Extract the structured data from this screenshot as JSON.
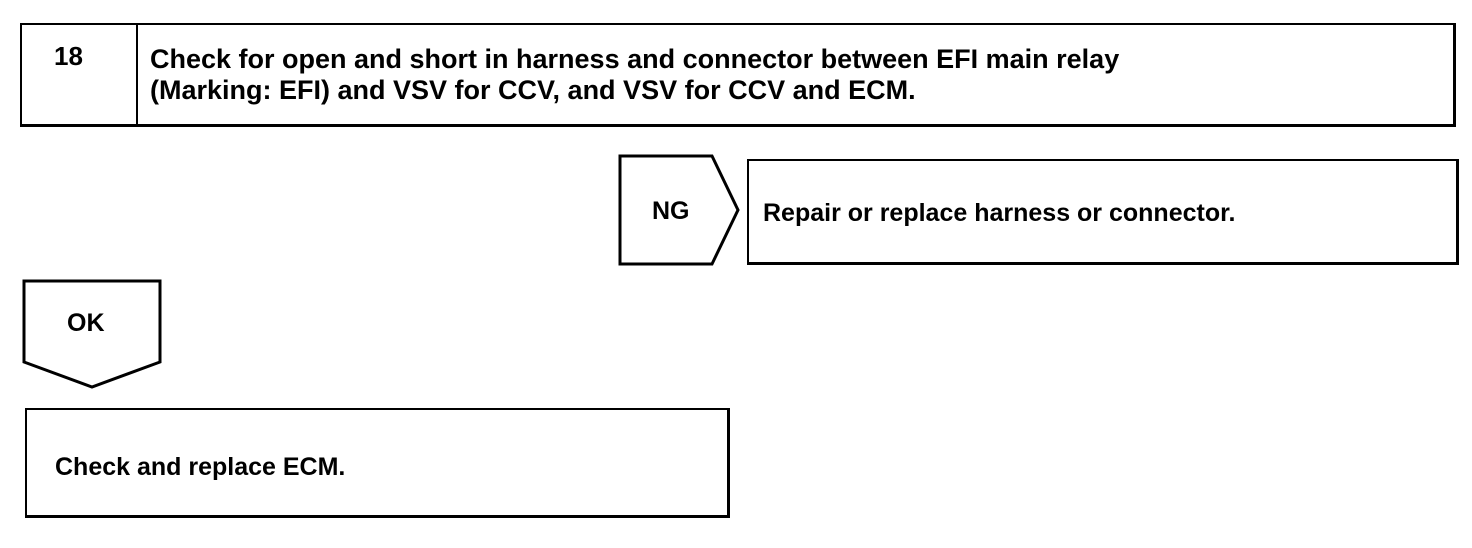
{
  "step": {
    "number": "18",
    "title_line1": "Check for open and short in harness and connector between EFI main relay",
    "title_line2": "(Marking: EFI) and VSV for CCV, and VSV for CCV and ECM."
  },
  "ng_branch": {
    "tag": "NG",
    "result": "Repair or replace harness or connector."
  },
  "ok_branch": {
    "tag": "OK",
    "result": "Check and replace ECM."
  }
}
